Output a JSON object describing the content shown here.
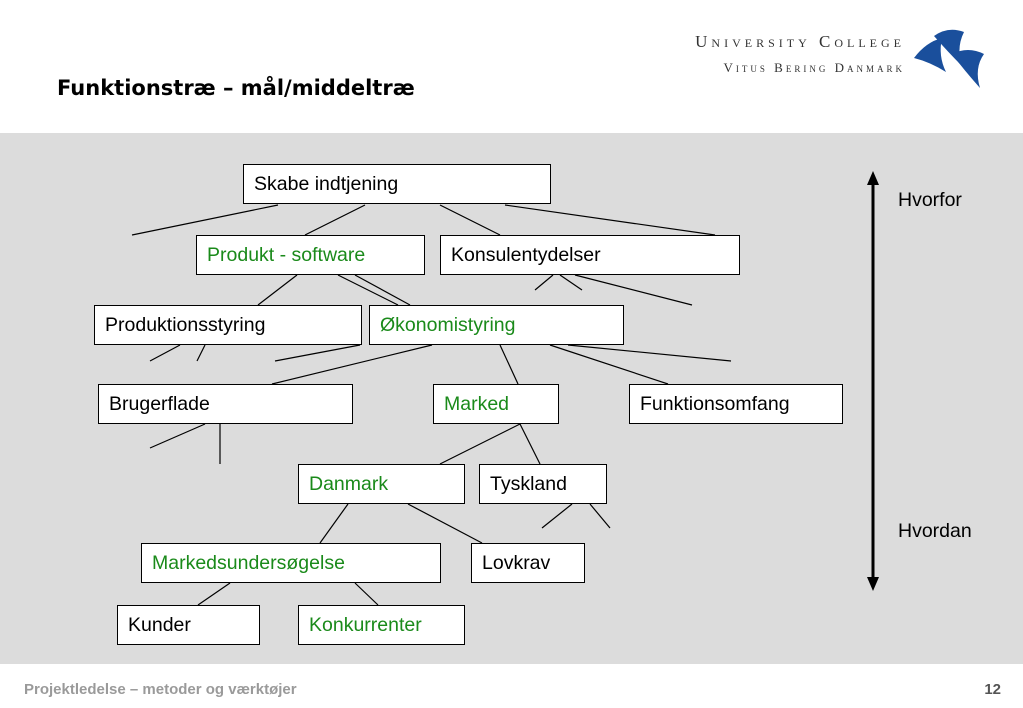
{
  "slide": {
    "title": "Funktionstræ – mål/middeltræ",
    "footer": "Projektledelse – metoder og værktøjer",
    "page_number": "12"
  },
  "logo": {
    "line1": "University College",
    "line2": "Vitus Bering Danmark",
    "color": "#1a4f9c"
  },
  "axis": {
    "top_label": "Hvorfor",
    "bottom_label": "Hvordan"
  },
  "colors": {
    "background": "#dcdcdc",
    "highlight_text": "#1a8a1a"
  },
  "nodes": {
    "skabe_indtjening": "Skabe indtjening",
    "produkt_software": "Produkt - software",
    "konsulentydelser": "Konsulentydelser",
    "produktionsstyring": "Produktionsstyring",
    "okonomistyring": "Økonomistyring",
    "brugerflade": "Brugerflade",
    "marked": "Marked",
    "funktionsomfang": "Funktionsomfang",
    "danmark": "Danmark",
    "tyskland": "Tyskland",
    "markedsundersogelse": "Markedsundersøgelse",
    "lovkrav": "Lovkrav",
    "kunder": "Kunder",
    "konkurrenter": "Konkurrenter"
  },
  "highlighted_nodes": [
    "Produkt - software",
    "Økonomistyring",
    "Marked",
    "Danmark",
    "Markedsundersøgelse",
    "Konkurrenter"
  ]
}
